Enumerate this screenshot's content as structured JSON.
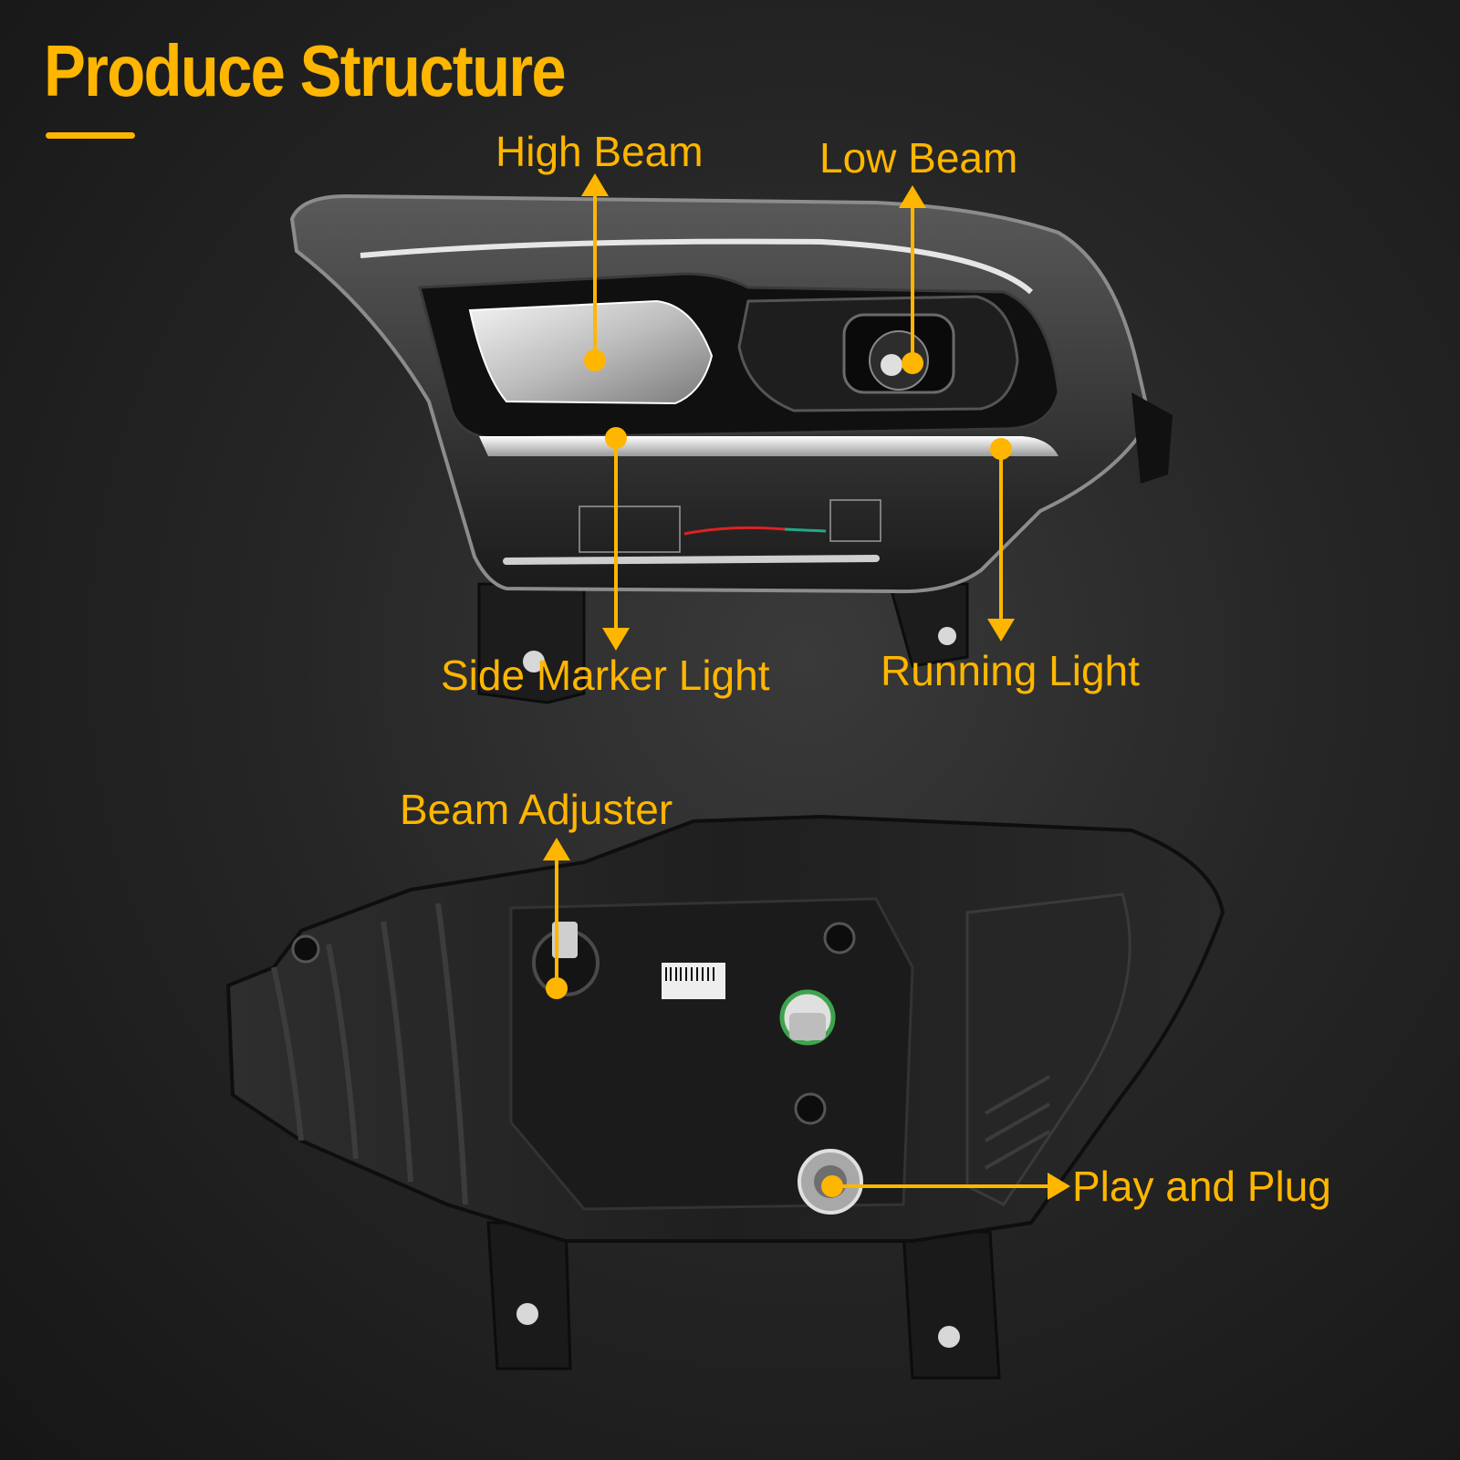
{
  "title": "Produce Structure",
  "labels": {
    "high_beam": "High Beam",
    "low_beam": "Low Beam",
    "side_marker": "Side Marker Light",
    "running_light": "Running Light",
    "beam_adjuster": "Beam Adjuster",
    "play_and_plug": "Play and Plug"
  },
  "colors": {
    "accent": "#ffb600",
    "background": "#262626"
  }
}
